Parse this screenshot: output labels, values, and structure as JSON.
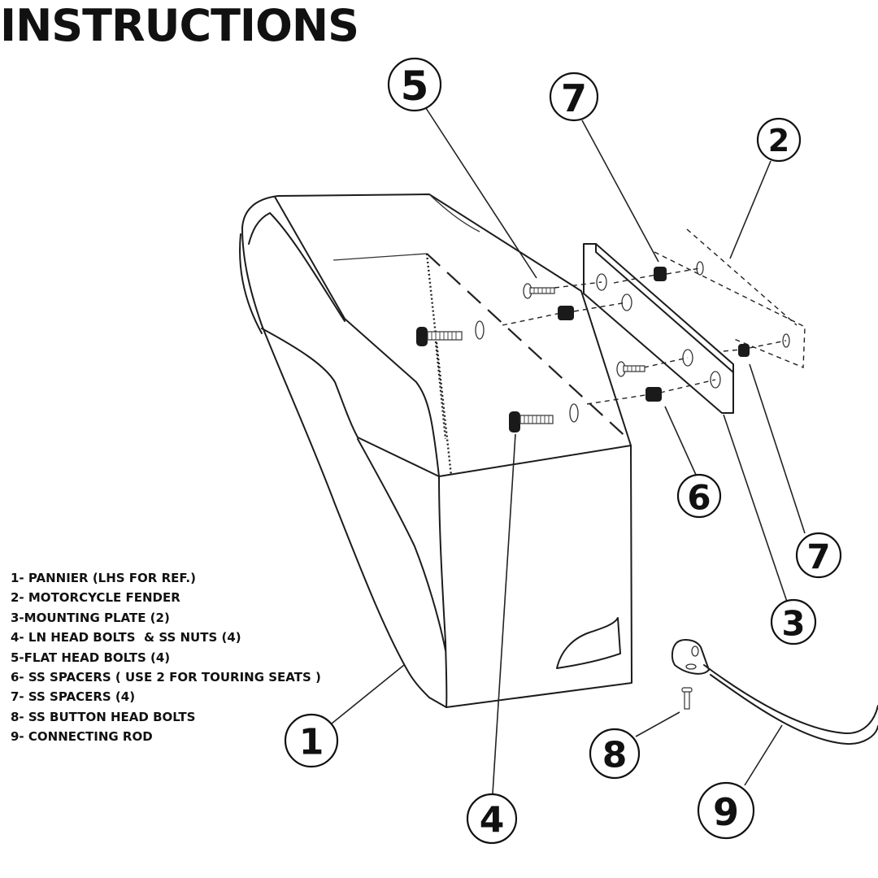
{
  "title": "INSTRUCTIONS",
  "legend": [
    "1- PANNIER (LHS FOR REF.)",
    "2- MOTORCYCLE FENDER",
    "3-MOUNTING PLATE (2)",
    "4- LN HEAD BOLTS  & SS NUTS (4)",
    "5-FLAT HEAD BOLTS (4)",
    "6- SS SPACERS ( USE 2 FOR TOURING SEATS )",
    "7- SS SPACERS (4)",
    "8- SS BUTTON HEAD BOLTS",
    "9- CONNECTING ROD"
  ],
  "callouts": [
    "5",
    "7",
    "2",
    "6",
    "7",
    "3",
    "1",
    "8",
    "4",
    "9"
  ],
  "colors": {
    "ink": "#111111",
    "background": "#ffffff"
  }
}
